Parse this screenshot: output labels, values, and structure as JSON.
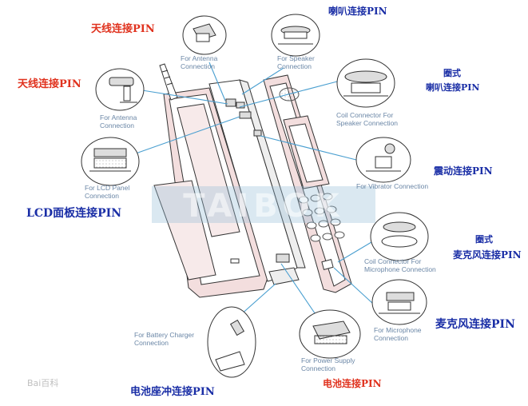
{
  "watermark": "TAIBOK",
  "source_mark": "Bai百科",
  "labels": {
    "antenna_pin_top": "天线连接PIN",
    "antenna_pin_left": "天线连接PIN",
    "speaker_pin": "喇叭连接PIN",
    "coil_speaker_pin_line1": "圈式",
    "coil_speaker_pin_line2": "喇叭连接PIN",
    "vibrator_pin": "震动连接PIN",
    "lcd_pin": "LCD面板连接PIN",
    "coil_mic_pin_line1": "圈式",
    "coil_mic_pin_line2": "麦克风连接PIN",
    "mic_pin": "麦克风连接PIN",
    "charger_pin": "电池座冲连接PIN",
    "battery_pin": "电池连接PIN"
  },
  "captions": {
    "antenna_top": [
      "For Antenna",
      "Connection"
    ],
    "antenna_left": [
      "For Antenna",
      "Connection"
    ],
    "speaker": [
      "For Speaker",
      "Connection"
    ],
    "coil_speaker": [
      "Coil Connector For",
      "Speaker Connection"
    ],
    "lcd": [
      "For LCD Panel",
      "Connection"
    ],
    "vibrator": [
      "For Vibrator Connection"
    ],
    "coil_mic": [
      "Coil Connector For",
      "Microphone Connection"
    ],
    "mic": [
      "For Microphone",
      "Connection"
    ],
    "charger": [
      "For Battery Charger",
      "Connection"
    ],
    "power": [
      "For Power Supply",
      "Connection"
    ]
  },
  "colors": {
    "label_red": "#e0321e",
    "label_blue": "#1a2ea6",
    "callout_line": "#4a9fd0",
    "caption": "#6a86a6",
    "housing_fill": "#f3dede"
  }
}
